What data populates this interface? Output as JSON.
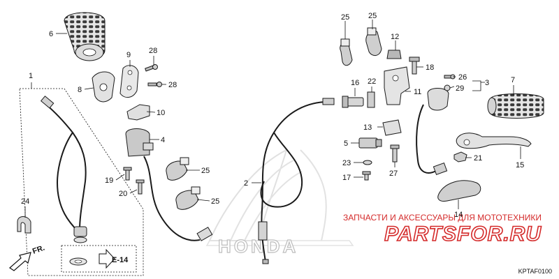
{
  "labels": {
    "p1": "1",
    "p2": "2",
    "p3": "3",
    "p4": "4",
    "p5": "5",
    "p6": "6",
    "p7": "7",
    "p8": "8",
    "p9": "9",
    "p10": "10",
    "p11": "11",
    "p12": "12",
    "p13": "13",
    "p14": "14",
    "p15": "15",
    "p16": "16",
    "p17": "17",
    "p18": "18",
    "p19": "19",
    "p20": "20",
    "p21": "21",
    "p22": "22",
    "p23": "23",
    "p24": "24",
    "p25a": "25",
    "p25b": "25",
    "p25c": "25",
    "p25d": "25",
    "p26": "26",
    "p27": "27",
    "p28a": "28",
    "p28b": "28",
    "p29": "29"
  },
  "ref_box": {
    "label": "E-14"
  },
  "direction": {
    "label": "FR."
  },
  "watermark": {
    "brand": "HONDA",
    "shop_caption": "ЗАПЧАСТИ И АКСЕССУАРЫ ДЛЯ МОТОТЕХНИКИ",
    "shop_logo": "PARTSFOR.RU",
    "accent_color": "#d42a2a"
  },
  "diagram_code": "KPTAF0100"
}
